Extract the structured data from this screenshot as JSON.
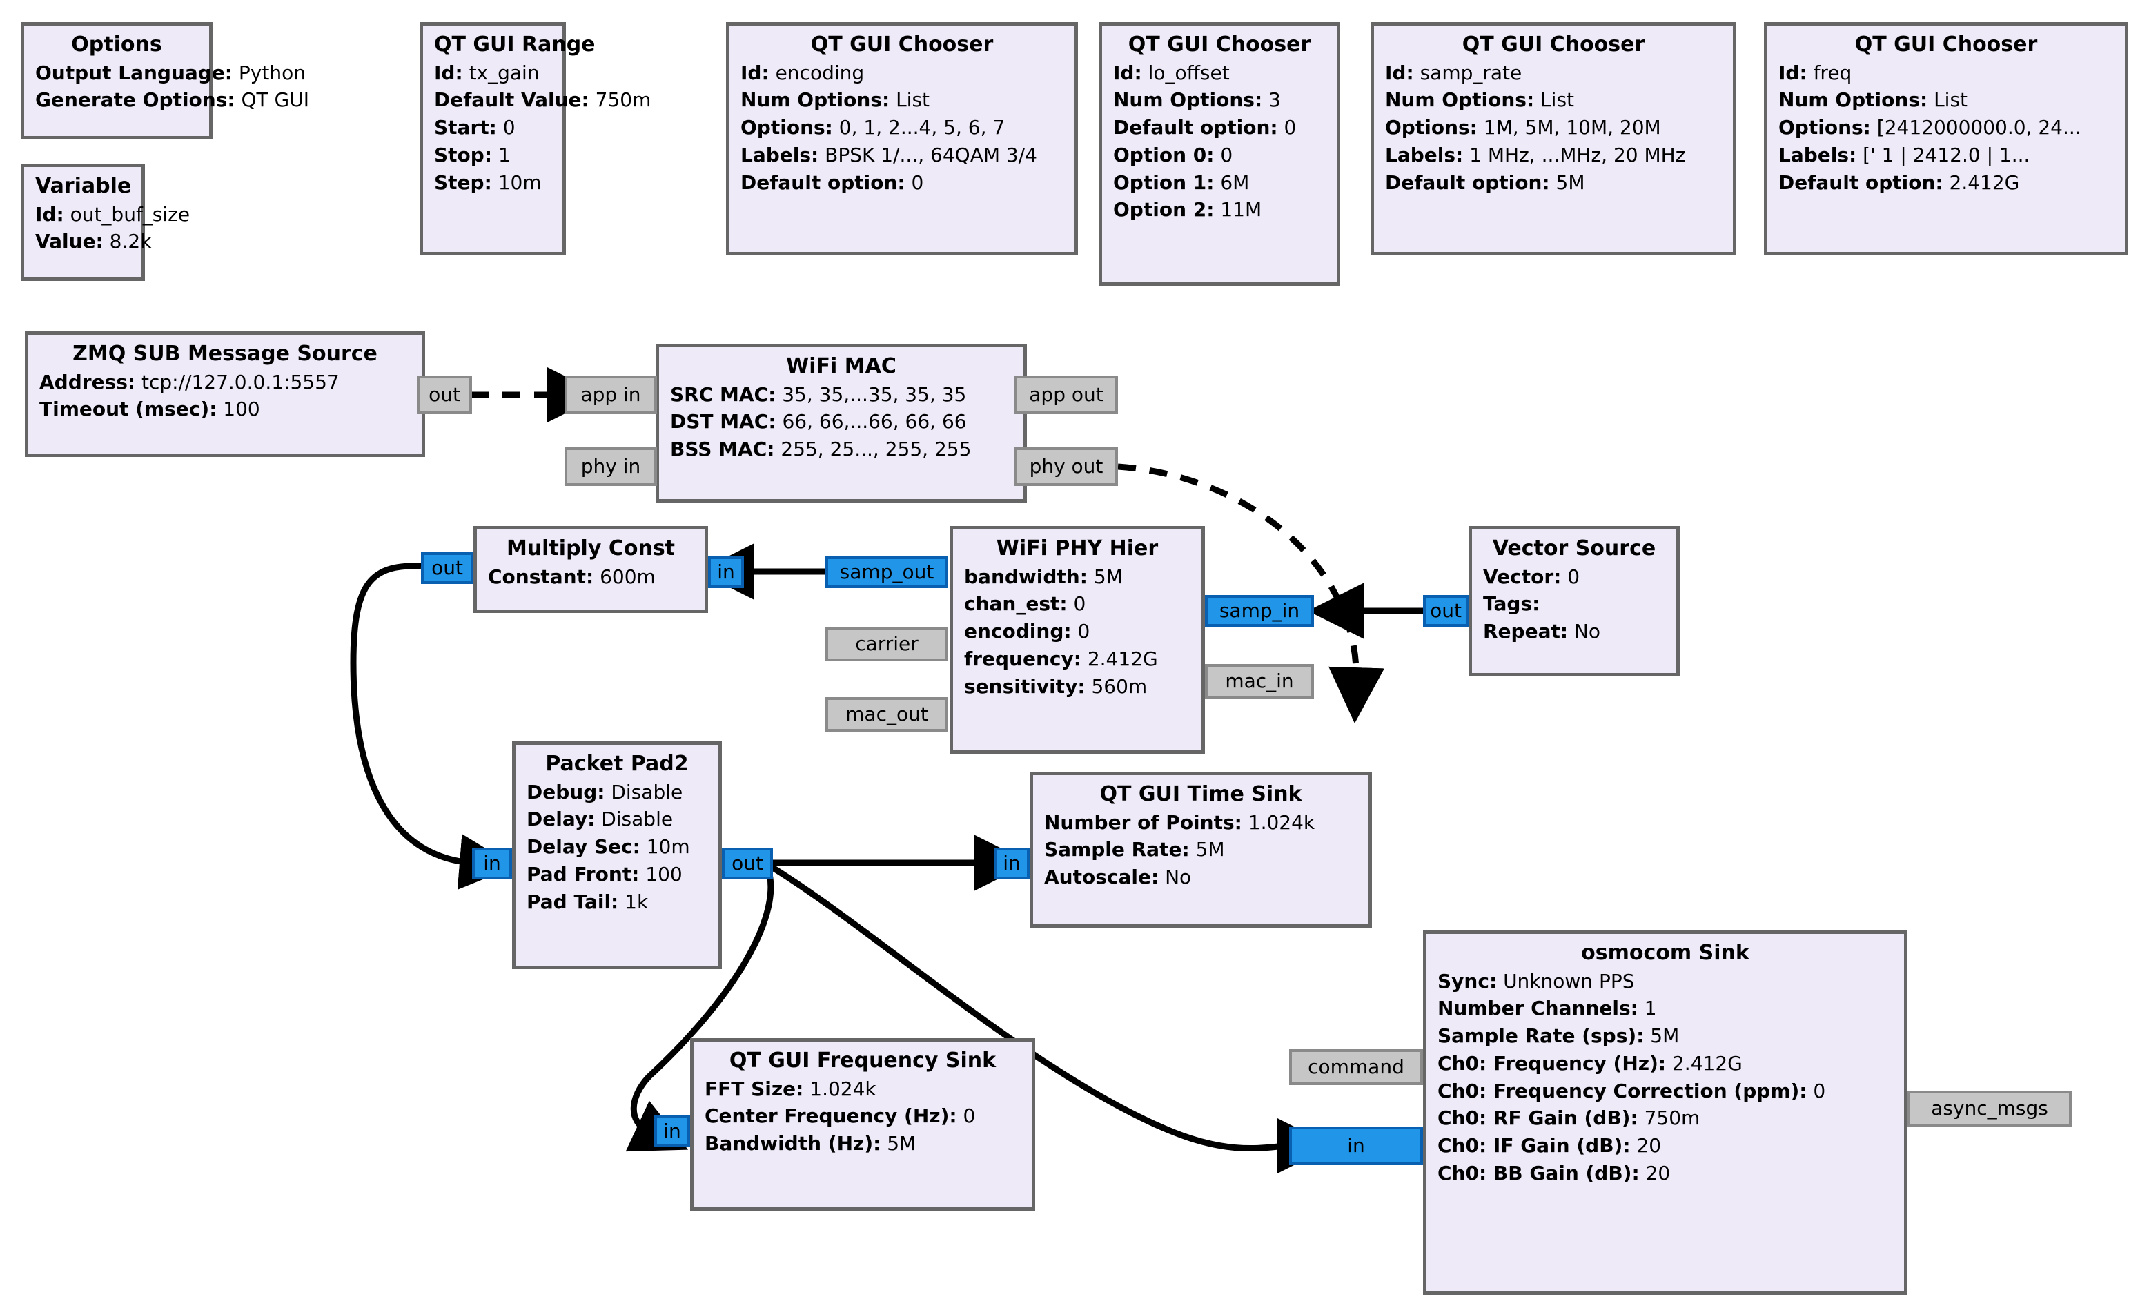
{
  "app": {
    "name": "GNU Radio Companion flowgraph canvas"
  },
  "colors": {
    "block_fill": "#eeeaf8",
    "block_border": "#666666",
    "msg_port_fill": "#c6c6c6",
    "stream_port_fill": "#2196e8",
    "wire": "#000000",
    "canvas": "#ffffff"
  },
  "blocks": [
    {
      "id": "options",
      "title": "Options",
      "rows": [
        {
          "key": "Output Language:",
          "value": "Python"
        },
        {
          "key": "Generate Options:",
          "value": "QT GUI"
        }
      ]
    },
    {
      "id": "variable",
      "title": "Variable",
      "rows": [
        {
          "key": "Id:",
          "value": "out_buf_size"
        },
        {
          "key": "Value:",
          "value": "8.2k"
        }
      ]
    },
    {
      "id": "qtgui_range",
      "title": "QT GUI Range",
      "rows": [
        {
          "key": "Id:",
          "value": "tx_gain"
        },
        {
          "key": "Default Value:",
          "value": "750m"
        },
        {
          "key": "Start:",
          "value": "0"
        },
        {
          "key": "Stop:",
          "value": "1"
        },
        {
          "key": "Step:",
          "value": "10m"
        }
      ]
    },
    {
      "id": "chooser_encoding",
      "title": "QT GUI Chooser",
      "rows": [
        {
          "key": "Id:",
          "value": "encoding"
        },
        {
          "key": "Num Options:",
          "value": "List"
        },
        {
          "key": "Options:",
          "value": "0, 1, 2...4, 5, 6, 7"
        },
        {
          "key": "Labels:",
          "value": "BPSK 1/..., 64QAM 3/4"
        },
        {
          "key": "Default option:",
          "value": "0"
        }
      ]
    },
    {
      "id": "chooser_lo_offset",
      "title": "QT GUI Chooser",
      "rows": [
        {
          "key": "Id:",
          "value": "lo_offset"
        },
        {
          "key": "Num Options:",
          "value": "3"
        },
        {
          "key": "Default option:",
          "value": "0"
        },
        {
          "key": "Option 0:",
          "value": "0"
        },
        {
          "key": "Option 1:",
          "value": "6M"
        },
        {
          "key": "Option 2:",
          "value": "11M"
        }
      ]
    },
    {
      "id": "chooser_samp_rate",
      "title": "QT GUI Chooser",
      "rows": [
        {
          "key": "Id:",
          "value": "samp_rate"
        },
        {
          "key": "Num Options:",
          "value": "List"
        },
        {
          "key": "Options:",
          "value": "1M, 5M, 10M, 20M"
        },
        {
          "key": "Labels:",
          "value": "1 MHz, ...MHz, 20 MHz"
        },
        {
          "key": "Default option:",
          "value": "5M"
        }
      ]
    },
    {
      "id": "chooser_freq",
      "title": "QT GUI Chooser",
      "rows": [
        {
          "key": "Id:",
          "value": "freq"
        },
        {
          "key": "Num Options:",
          "value": "List"
        },
        {
          "key": "Options:",
          "value": "[2412000000.0, 24..."
        },
        {
          "key": "Labels:",
          "value": "['  1 | 2412.0 | 1..."
        },
        {
          "key": "Default option:",
          "value": "2.412G"
        }
      ]
    },
    {
      "id": "zmq_sub",
      "title": "ZMQ SUB Message Source",
      "rows": [
        {
          "key": "Address:",
          "value": "tcp://127.0.0.1:5557"
        },
        {
          "key": "Timeout (msec):",
          "value": "100"
        }
      ]
    },
    {
      "id": "wifi_mac",
      "title": "WiFi MAC",
      "rows": [
        {
          "key": "SRC MAC:",
          "value": "35, 35,...35, 35, 35"
        },
        {
          "key": "DST MAC:",
          "value": "66, 66,...66, 66, 66"
        },
        {
          "key": "BSS MAC:",
          "value": "255, 25..., 255, 255"
        }
      ]
    },
    {
      "id": "multiply_const",
      "title": "Multiply Const",
      "rows": [
        {
          "key": "Constant:",
          "value": "600m"
        }
      ]
    },
    {
      "id": "wifi_phy_hier",
      "title": "WiFi PHY Hier",
      "rows": [
        {
          "key": "bandwidth:",
          "value": "5M"
        },
        {
          "key": "chan_est:",
          "value": "0"
        },
        {
          "key": "encoding:",
          "value": "0"
        },
        {
          "key": "frequency:",
          "value": "2.412G"
        },
        {
          "key": "sensitivity:",
          "value": "560m"
        }
      ]
    },
    {
      "id": "vector_source",
      "title": "Vector Source",
      "rows": [
        {
          "key": "Vector:",
          "value": "0"
        },
        {
          "key": "Tags:",
          "value": ""
        },
        {
          "key": "Repeat:",
          "value": "No"
        }
      ]
    },
    {
      "id": "packet_pad2",
      "title": "Packet Pad2",
      "rows": [
        {
          "key": "Debug:",
          "value": "Disable"
        },
        {
          "key": "Delay:",
          "value": "Disable"
        },
        {
          "key": "Delay Sec:",
          "value": "10m"
        },
        {
          "key": "Pad Front:",
          "value": "100"
        },
        {
          "key": "Pad Tail:",
          "value": "1k"
        }
      ]
    },
    {
      "id": "time_sink",
      "title": "QT GUI Time Sink",
      "rows": [
        {
          "key": "Number of Points:",
          "value": "1.024k"
        },
        {
          "key": "Sample Rate:",
          "value": "5M"
        },
        {
          "key": "Autoscale:",
          "value": "No"
        }
      ]
    },
    {
      "id": "freq_sink",
      "title": "QT GUI Frequency Sink",
      "rows": [
        {
          "key": "FFT Size:",
          "value": "1.024k"
        },
        {
          "key": "Center Frequency (Hz):",
          "value": "0"
        },
        {
          "key": "Bandwidth (Hz):",
          "value": "5M"
        }
      ]
    },
    {
      "id": "osmocom_sink",
      "title": "osmocom Sink",
      "rows": [
        {
          "key": "Sync:",
          "value": "Unknown PPS"
        },
        {
          "key": "Number Channels:",
          "value": "1"
        },
        {
          "key": "Sample Rate (sps):",
          "value": "5M"
        },
        {
          "key": "Ch0: Frequency (Hz):",
          "value": "2.412G"
        },
        {
          "key": "Ch0: Frequency Correction (ppm):",
          "value": "0"
        },
        {
          "key": "Ch0: RF Gain (dB):",
          "value": "750m"
        },
        {
          "key": "Ch0: IF Gain (dB):",
          "value": "20"
        },
        {
          "key": "Ch0: BB Gain (dB):",
          "value": "20"
        }
      ]
    }
  ],
  "ports": {
    "zmq_out": "out",
    "mac_app_in": "app in",
    "mac_phy_in": "phy in",
    "mac_app_out": "app out",
    "mac_phy_out": "phy out",
    "mult_out": "out",
    "mult_in": "in",
    "phy_samp_out": "samp_out",
    "phy_carrier": "carrier",
    "phy_mac_out": "mac_out",
    "phy_samp_in": "samp_in",
    "phy_mac_in": "mac_in",
    "vector_out": "out",
    "pad_in": "in",
    "pad_out": "out",
    "time_in": "in",
    "freq_in": "in",
    "osmo_command": "command",
    "osmo_in": "in",
    "osmo_async": "async_msgs"
  }
}
